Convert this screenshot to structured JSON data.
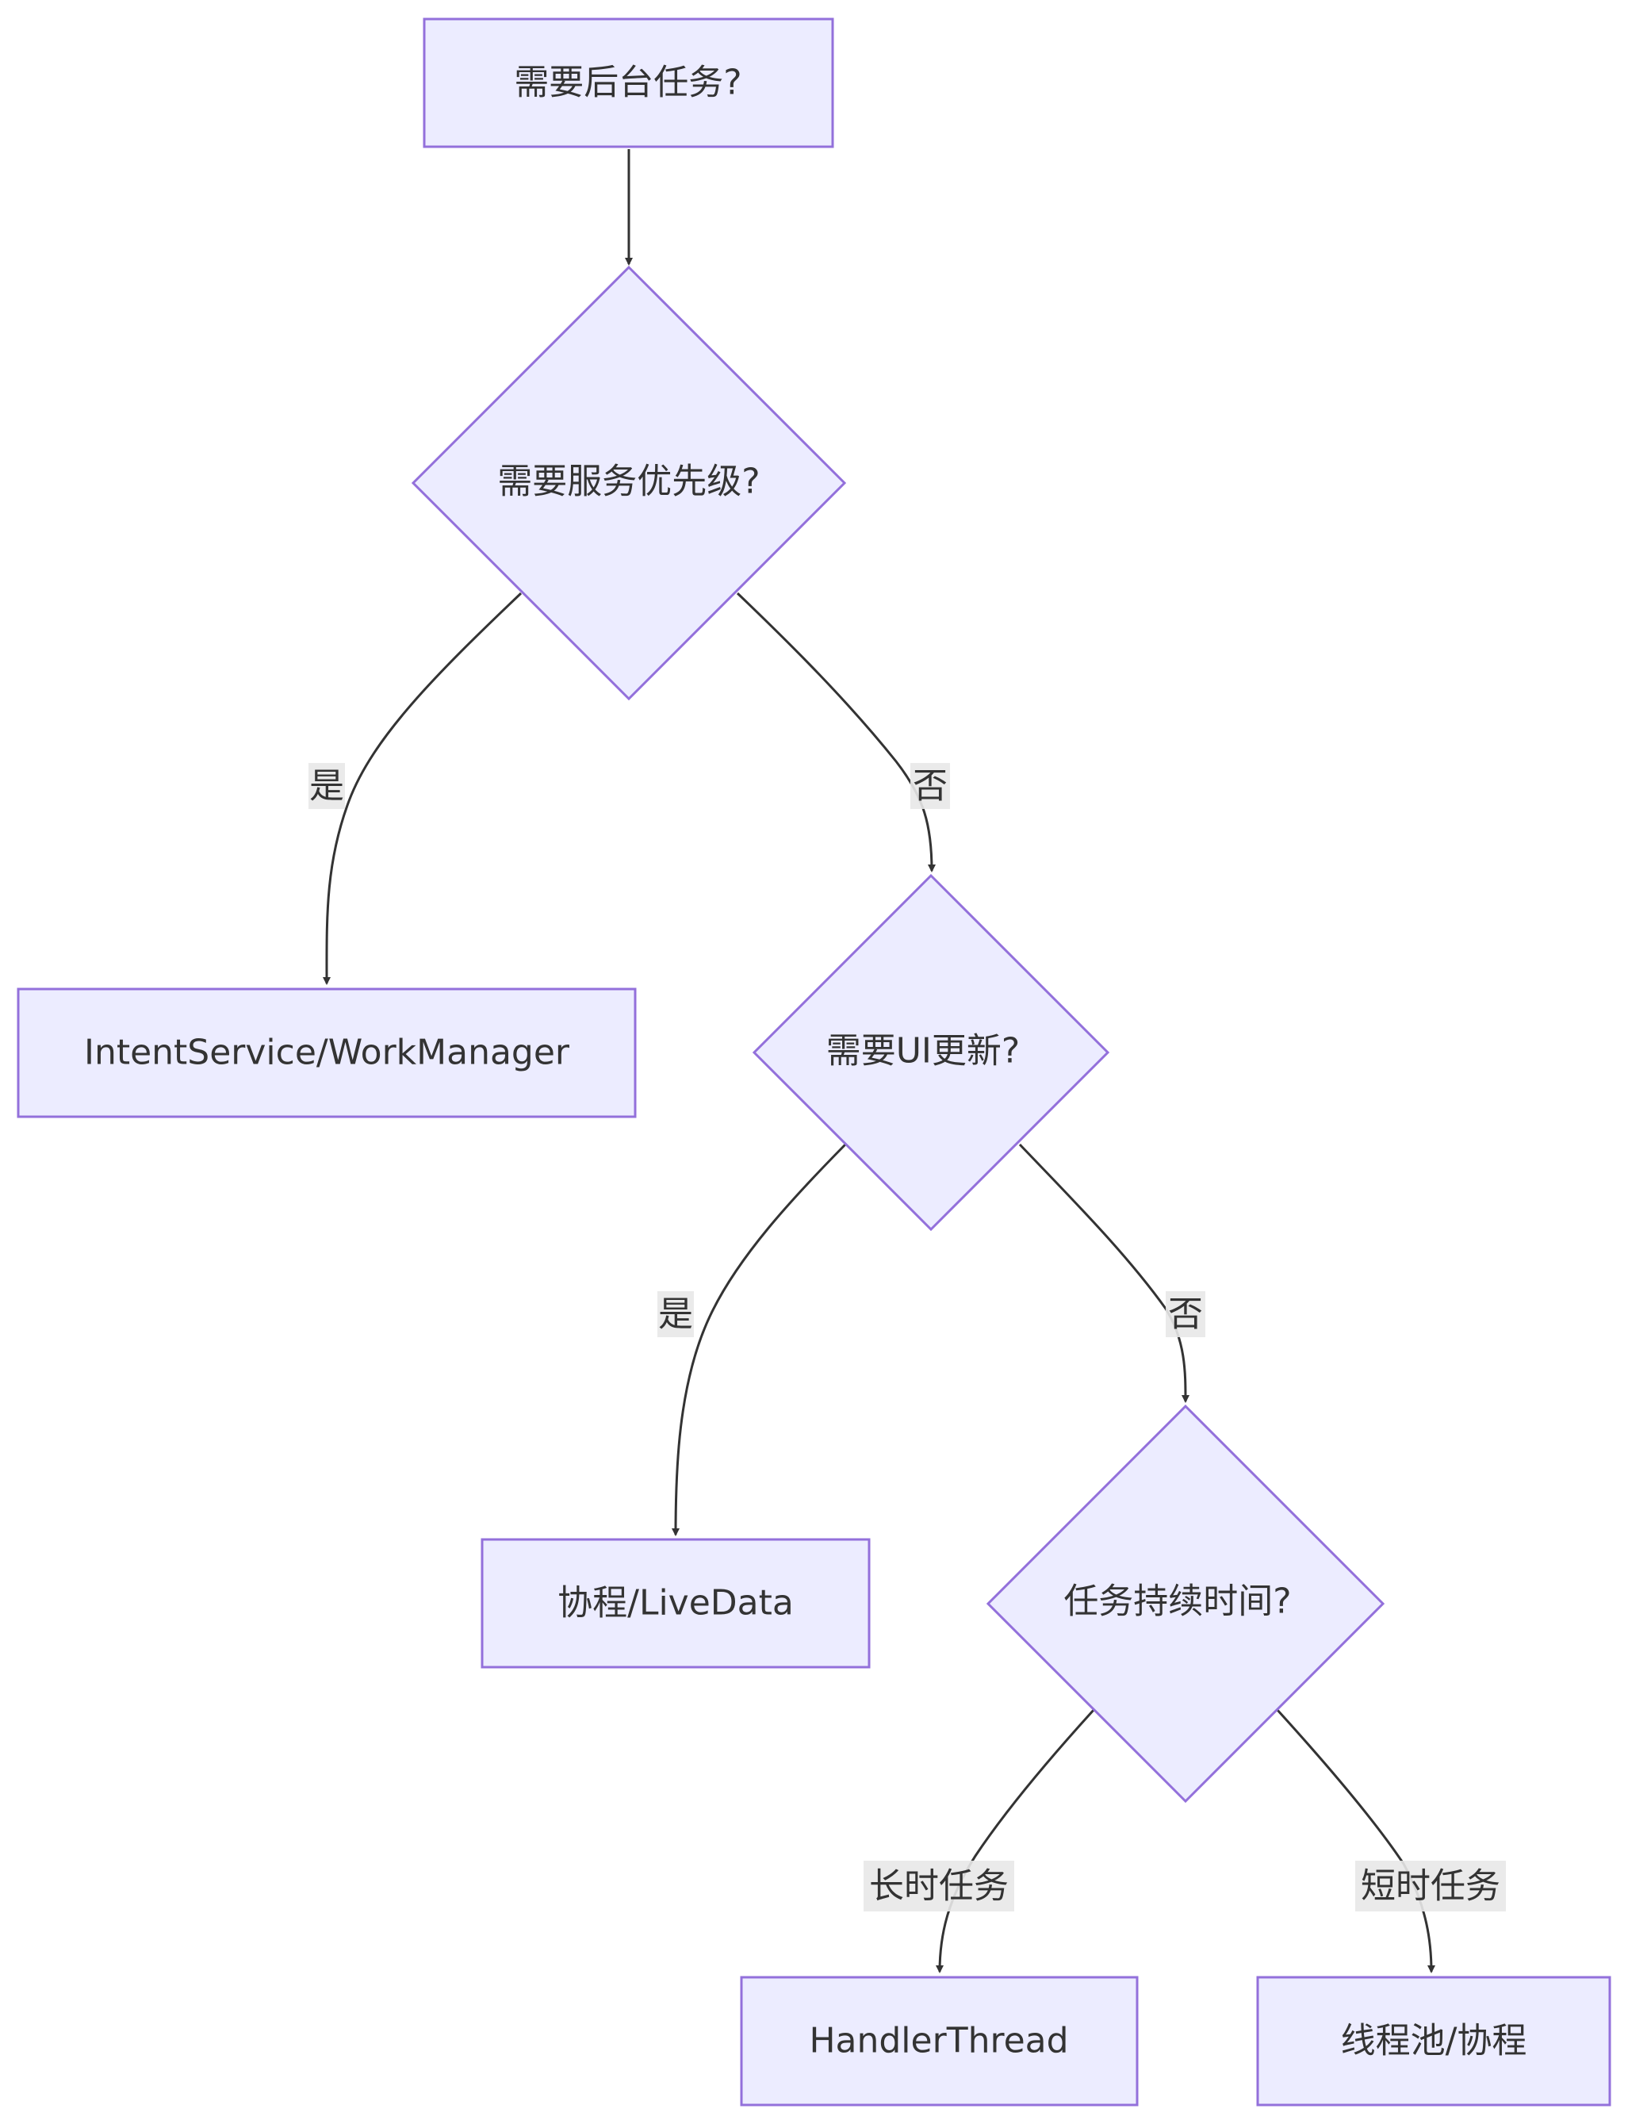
{
  "nodes": {
    "start": "需要后台任务?",
    "q_priority": "需要服务优先级?",
    "intent_service": "IntentService/WorkManager",
    "q_ui": "需要UI更新?",
    "coroutine_livedata": "协程/LiveData",
    "q_duration": "任务持续时间?",
    "handler_thread": "HandlerThread",
    "thread_pool": "线程池/协程"
  },
  "edges": {
    "priority_yes": "是",
    "priority_no": "否",
    "ui_yes": "是",
    "ui_no": "否",
    "duration_long": "长时任务",
    "duration_short": "短时任务"
  },
  "colors": {
    "node_fill": "#ECECFF",
    "node_stroke": "#9370DB",
    "edge_stroke": "#333333",
    "label_bg": "#E8E8E8"
  }
}
